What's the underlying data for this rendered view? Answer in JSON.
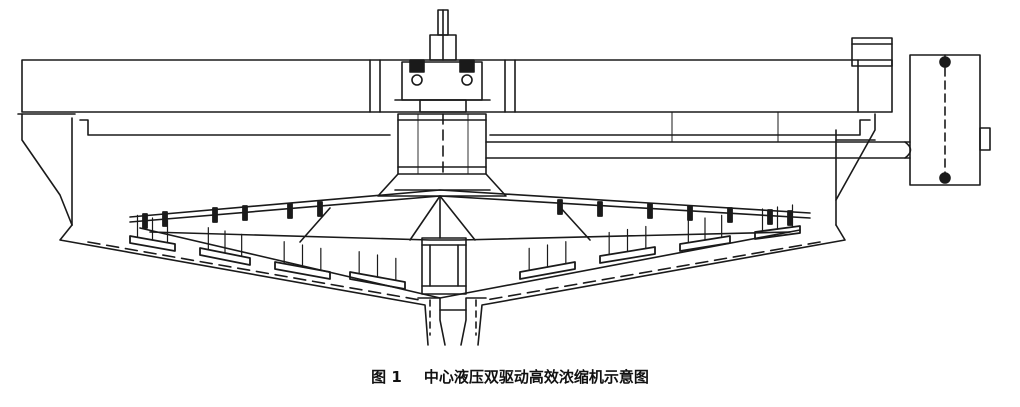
{
  "figure": {
    "number": "图 1",
    "title": "中心液压双驱动高效浓缩机示意图"
  },
  "components": [
    "bridge-truss",
    "center-drive-column",
    "hydraulic-drive-unit",
    "drive-cage",
    "tank-wall",
    "tank-cone-bottom",
    "rake-arms",
    "rake-blades",
    "underflow-discharge-cone",
    "feed-well",
    "feed-pipe",
    "hydraulic-station-cabinet"
  ],
  "colors": {
    "line": "#1a1a1a",
    "background": "#ffffff"
  }
}
